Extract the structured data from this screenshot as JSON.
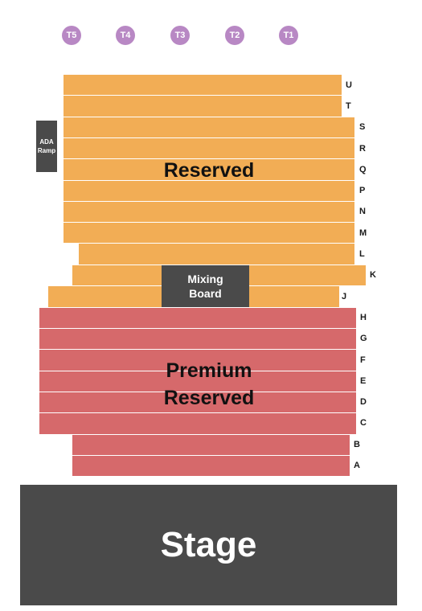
{
  "tables": [
    {
      "label": "T5"
    },
    {
      "label": "T4"
    },
    {
      "label": "T3"
    },
    {
      "label": "T2"
    },
    {
      "label": "T1"
    }
  ],
  "ada": {
    "line1": "ADA",
    "line2": "Ramp"
  },
  "reserved": {
    "label": "Reserved",
    "rows": [
      "U",
      "T",
      "S",
      "R",
      "Q",
      "P",
      "N",
      "M",
      "L",
      "K",
      "J"
    ]
  },
  "mixing": {
    "line1": "Mixing",
    "line2": "Board"
  },
  "premium": {
    "line1": "Premium",
    "line2": "Reserved",
    "rows": [
      "H",
      "G",
      "F",
      "E",
      "D",
      "C",
      "B",
      "A"
    ]
  },
  "stage": {
    "label": "Stage"
  },
  "colors": {
    "reserved": "#f2ad55",
    "premium": "#d6696b",
    "table": "#b888c4",
    "dark": "#4a4a4a"
  }
}
